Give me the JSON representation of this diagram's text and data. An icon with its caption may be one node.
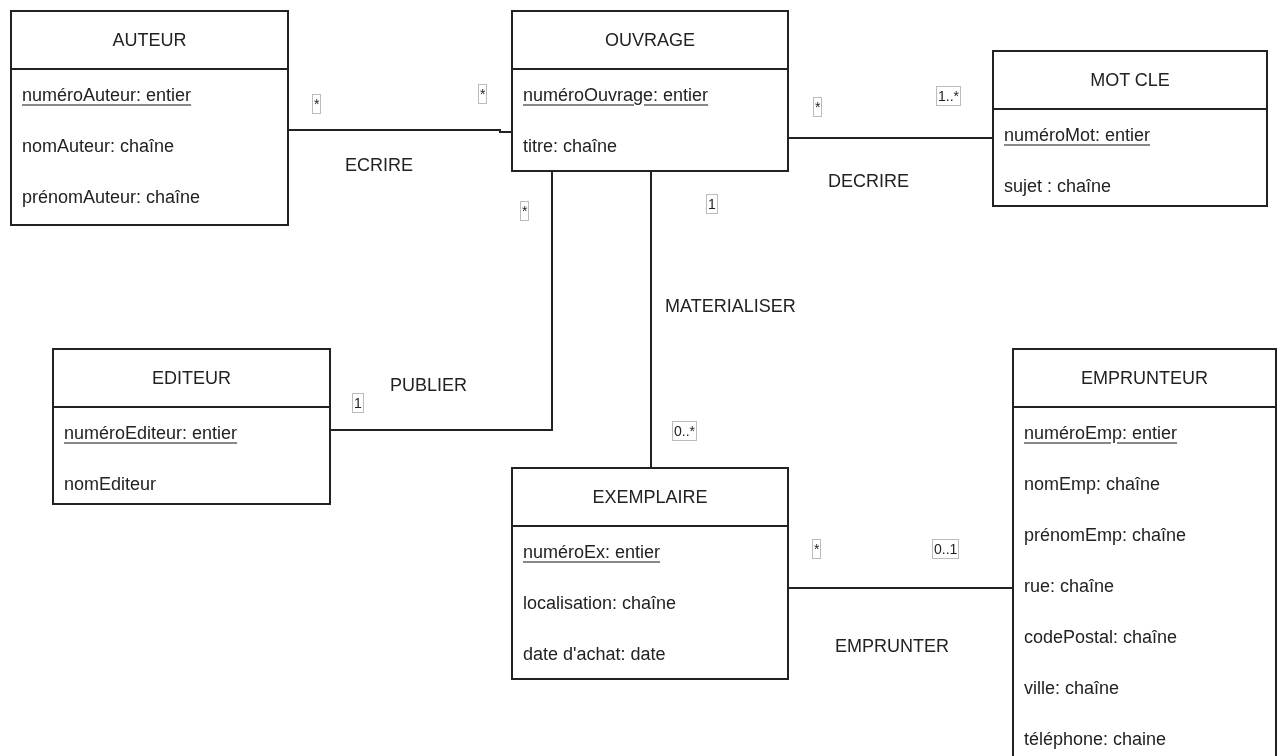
{
  "diagram": {
    "nodes": [
      {
        "text": [
          "AUTEUR",
          "numéroAuteur: entier",
          "nomAuteur: chaîne",
          "prénomAuteur: chaîne"
        ]
      },
      {
        "text": [
          "OUVRAGE",
          "numéroOuvrage: entier",
          "titre: chaîne"
        ]
      },
      {
        "text": [
          "MOT CLE",
          "numéroMot: entier",
          "sujet : chaîne"
        ]
      },
      {
        "text": [
          "EDITEUR",
          "numéroEditeur: entier",
          "nomEditeur"
        ]
      },
      {
        "text": [
          "EMPRUNTEUR",
          "numéroEmp: entier",
          "nomEmp: chaîne",
          "prénomEmp: chaîne",
          "rue: chaîne",
          "codePostal: chaîne",
          "ville: chaîne",
          "téléphone: chaine"
        ]
      },
      {
        "text": [
          "EXEMPLAIRE",
          "numéroEx: entier",
          "localisation: chaîne",
          "date d'achat: date"
        ]
      }
    ],
    "edges": [
      {
        "from": 0,
        "to": 1,
        "arrow": "none",
        "label": "ECRIRE"
      },
      {
        "from": 1,
        "to": 2,
        "arrow": "none",
        "label": "DECRIRE"
      },
      {
        "from": 1,
        "to": 3,
        "arrow": "none",
        "label": "PUBLIER"
      },
      {
        "from": 1,
        "to": 5,
        "arrow": "none",
        "label": "MATERIALISER"
      },
      {
        "from": 5,
        "to": 4,
        "arrow": "none",
        "label": "EMPRUNTER"
      }
    ],
    "labels": [
      "*",
      "1..*",
      "*",
      "*",
      "1",
      "*",
      "1",
      "0..*",
      "*",
      "0..1"
    ]
  }
}
